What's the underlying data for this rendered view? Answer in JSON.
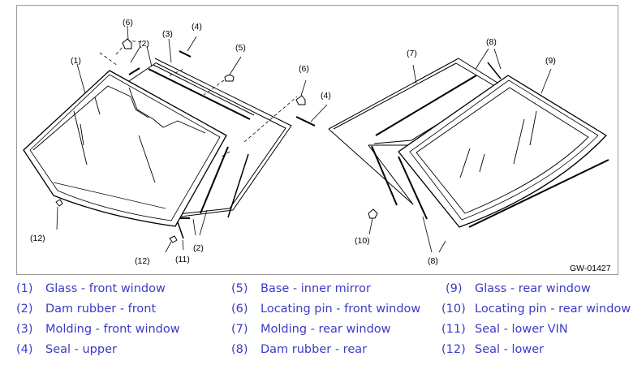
{
  "figure": {
    "id": "GW-01427",
    "callouts": {
      "c1": "(1)",
      "c2a": "(2)",
      "c2b": "(2)",
      "c3": "(3)",
      "c4a": "(4)",
      "c4b": "(4)",
      "c5": "(5)",
      "c6a": "(6)",
      "c6b": "(6)",
      "c7": "(7)",
      "c8a": "(8)",
      "c8b": "(8)",
      "c9": "(9)",
      "c10": "(10)",
      "c11": "(11)",
      "c12a": "(12)",
      "c12b": "(12)"
    }
  },
  "legend": [
    {
      "num": "(1)",
      "name": "Glass - front window"
    },
    {
      "num": "(2)",
      "name": "Dam rubber - front"
    },
    {
      "num": "(3)",
      "name": "Molding - front window"
    },
    {
      "num": "(4)",
      "name": "Seal - upper"
    },
    {
      "num": "(5)",
      "name": "Base - inner mirror"
    },
    {
      "num": "(6)",
      "name": "Locating pin - front window"
    },
    {
      "num": "(7)",
      "name": "Molding - rear window"
    },
    {
      "num": "(8)",
      "name": "Dam rubber - rear"
    },
    {
      "num": "(9)",
      "name": "Glass - rear window"
    },
    {
      "num": "(10)",
      "name": "Locating pin - rear window"
    },
    {
      "num": "(11)",
      "name": "Seal - lower VIN"
    },
    {
      "num": "(12)",
      "name": "Seal - lower"
    }
  ],
  "colors": {
    "legend_text": "#3b3bc8",
    "line": "#000000",
    "frame": "#9a9a9a"
  }
}
